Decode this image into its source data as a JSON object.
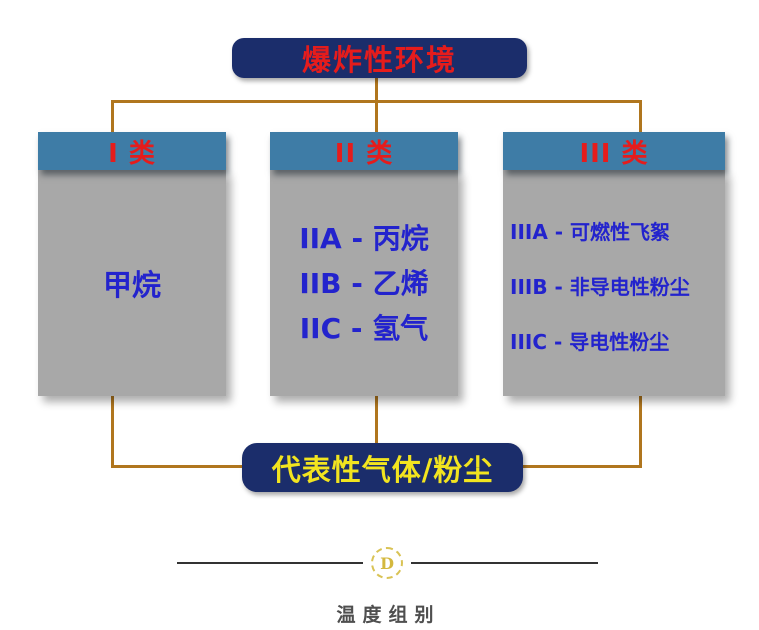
{
  "root": {
    "title": "爆炸性环境"
  },
  "columns": [
    {
      "header": "I 类",
      "items": [
        "甲烷"
      ]
    },
    {
      "header": "II 类",
      "items": [
        "IIA - 丙烷",
        "IIB - 乙烯",
        "IIC - 氢气"
      ]
    },
    {
      "header": "III 类",
      "items": [
        "IIIA - 可燃性飞絮",
        "IIIB - 非导电性粉尘",
        "IIIC - 导电性粉尘"
      ]
    }
  ],
  "footer": {
    "label": "代表性气体/粉尘"
  },
  "divider": {
    "badge": "D"
  },
  "caption": {
    "text": "温度组别"
  },
  "colors": {
    "navy_box": "#1b2d6b",
    "header_blue": "#3e7ca6",
    "body_gray": "#a8a8a8",
    "red_text": "#e51c1c",
    "blue_text": "#2323cd",
    "yellow_text": "#f2e41f",
    "connector_brown": "#b0761e",
    "divider_gold": "#d9c355",
    "caption_gray": "#4f4f4f"
  }
}
